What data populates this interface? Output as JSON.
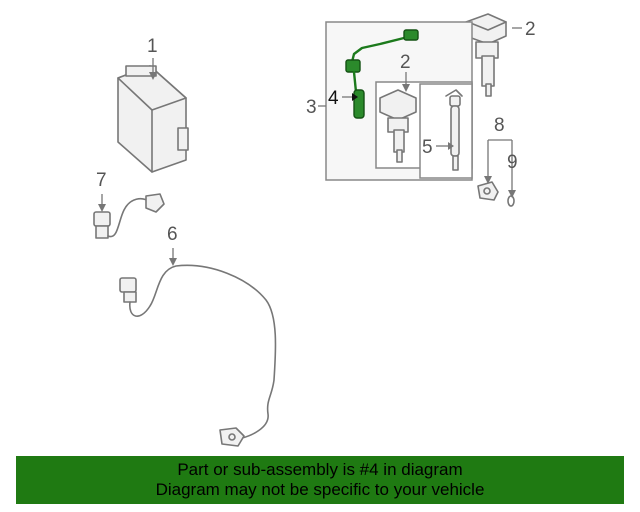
{
  "callouts": {
    "c1": "1",
    "c2a": "2",
    "c2b": "2",
    "c3": "3",
    "c4": "4",
    "c5": "5",
    "c6": "6",
    "c7": "7",
    "c8": "8",
    "c9": "9"
  },
  "highlight_color": "#1f7a12",
  "banner": {
    "line1": "Part or sub-assembly is #4 in diagram",
    "line2": "Diagram may not be specific to your vehicle"
  }
}
